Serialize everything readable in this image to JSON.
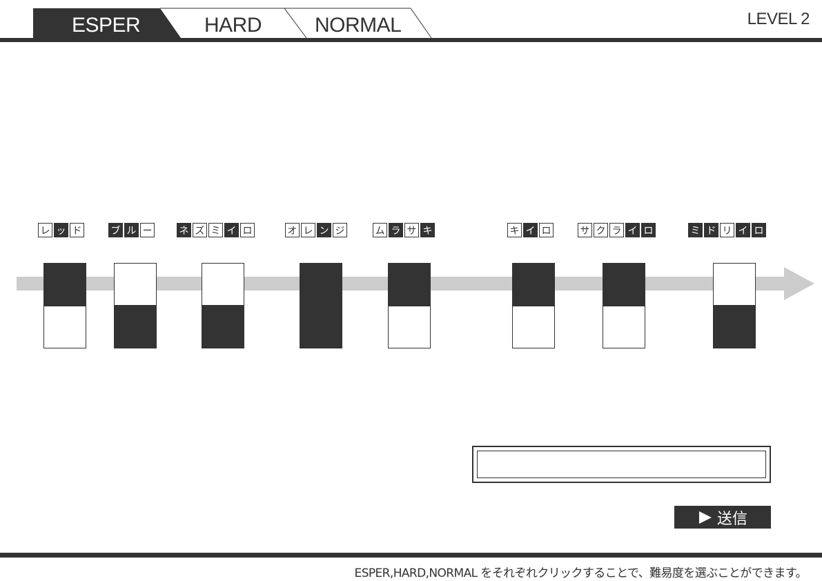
{
  "header": {
    "tabs": [
      {
        "label": "ESPER",
        "active": true
      },
      {
        "label": "HARD",
        "active": false
      },
      {
        "label": "NORMAL",
        "active": false
      }
    ],
    "level": "LEVEL 2"
  },
  "colors": {
    "dark": "#333333",
    "track": "#cccccc",
    "light": "#ffffff"
  },
  "timeline": {
    "items": [
      {
        "chars": [
          "レ",
          "ッ",
          "ド"
        ],
        "filled": [
          false,
          true,
          false
        ],
        "top": "dark",
        "bottom": "light"
      },
      {
        "chars": [
          "ブ",
          "ル",
          "ー"
        ],
        "filled": [
          true,
          true,
          false
        ],
        "top": "light",
        "bottom": "dark"
      },
      {
        "chars": [
          "ネ",
          "ズ",
          "ミ",
          "イ",
          "ロ"
        ],
        "filled": [
          true,
          false,
          false,
          true,
          false
        ],
        "top": "light",
        "bottom": "dark"
      },
      {
        "chars": [
          "オ",
          "レ",
          "ン",
          "ジ"
        ],
        "filled": [
          false,
          false,
          true,
          false
        ],
        "top": "dark",
        "bottom": "dark"
      },
      {
        "chars": [
          "ム",
          "ラ",
          "サ",
          "キ"
        ],
        "filled": [
          false,
          true,
          false,
          true
        ],
        "top": "dark",
        "bottom": "light"
      },
      {
        "chars": [
          "キ",
          "イ",
          "ロ"
        ],
        "filled": [
          false,
          true,
          false
        ],
        "top": "dark",
        "bottom": "light"
      },
      {
        "chars": [
          "サ",
          "ク",
          "ラ",
          "イ",
          "ロ"
        ],
        "filled": [
          false,
          false,
          false,
          true,
          true
        ],
        "top": "dark",
        "bottom": "light"
      },
      {
        "chars": [
          "ミ",
          "ド",
          "リ",
          "イ",
          "ロ"
        ],
        "filled": [
          true,
          true,
          false,
          true,
          true
        ],
        "top": "light",
        "bottom": "dark"
      }
    ]
  },
  "answer": {
    "value": "",
    "placeholder": ""
  },
  "send_button": {
    "label": "送信",
    "icon": "play-triangle-icon"
  },
  "footer": {
    "note": "ESPER,HARD,NORMAL をそれぞれクリックすることで、難易度を選ぶことができます。"
  }
}
